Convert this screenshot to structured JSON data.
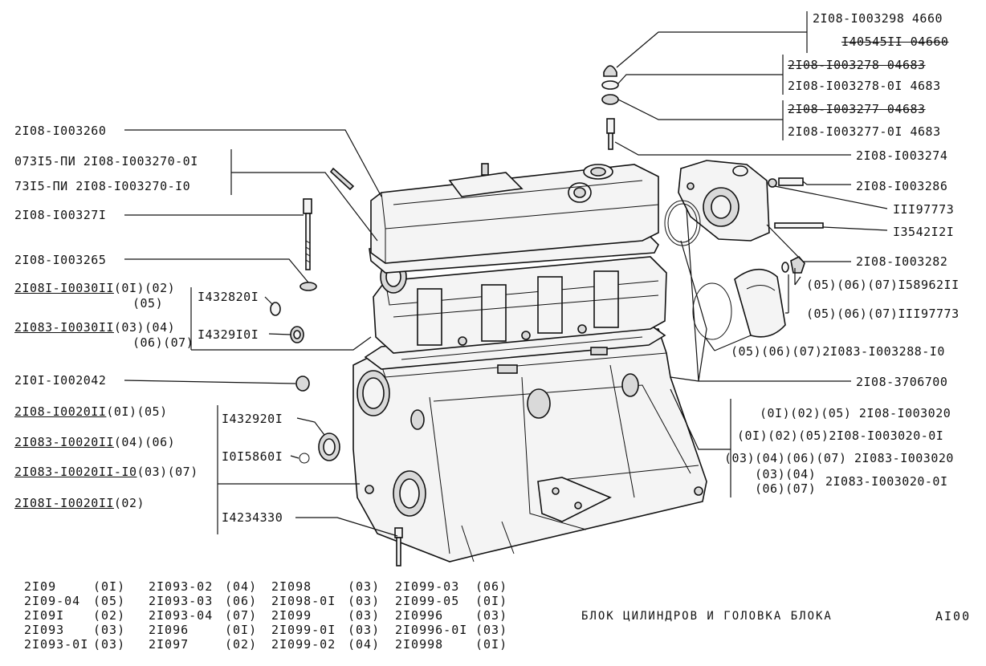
{
  "title": "БЛОК ЦИЛИНДРОВ И ГОЛОВКА БЛОКА",
  "page_code": "AI00",
  "labels_right": [
    {
      "text": "2I08-I003298 4660"
    },
    {
      "text": "I40545II 04660",
      "strike": true
    },
    {
      "text": "2I08-I003278   04683",
      "strike": true
    },
    {
      "text": "2I08-I003278-0I 4683"
    },
    {
      "text": "2I08-I003277   04683",
      "strike": true
    },
    {
      "text": "2I08-I003277-0I 4683"
    },
    {
      "text": "2I08-I003274"
    },
    {
      "text": "2I08-I003286"
    },
    {
      "text": "III97773"
    },
    {
      "text": "I3542I2I"
    },
    {
      "text": "2I08-I003282"
    },
    {
      "text": "(05)(06)(07)I58962II"
    },
    {
      "text": "(05)(06)(07)III97773"
    },
    {
      "text": "(05)(06)(07)2I083-I003288-I0"
    },
    {
      "text": "2I08-3706700"
    },
    {
      "text": "(0I)(02)(05) 2I08-I003020"
    },
    {
      "text": "(0I)(02)(05)2I08-I003020-0I"
    },
    {
      "text": "(03)(04)(06)(07) 2I083-I003020"
    },
    {
      "text": "(03)(04)"
    },
    {
      "text": "(06)(07)"
    },
    {
      "text": "2I083-I003020-0I"
    }
  ],
  "labels_left": [
    {
      "text": "2I08-I003260"
    },
    {
      "text": "073I5-ПИ 2I08-I003270-0I"
    },
    {
      "text": "73I5-ПИ 2I08-I003270-I0"
    },
    {
      "text": "2I08-I00327I"
    },
    {
      "text": "2I08-I003265"
    },
    {
      "text": "2I08I-I0030II",
      "suffix": "(0I)(02)"
    },
    {
      "text": "(05)"
    },
    {
      "text": "2I083-I0030II",
      "suffix": "(03)(04)"
    },
    {
      "text": "(06)(07)"
    },
    {
      "text": "I432820I"
    },
    {
      "text": "I4329I0I"
    },
    {
      "text": "2I0I-I002042"
    },
    {
      "text": "2I08-I0020II",
      "suffix": "(0I)(05)"
    },
    {
      "text": "2I083-I0020II",
      "suffix": "(04)(06)"
    },
    {
      "text": "2I083-I0020II-I0",
      "suffix": "(03)(07)"
    },
    {
      "text": "2I08I-I0020II",
      "suffix": "(02)"
    },
    {
      "text": "I432920I"
    },
    {
      "text": "I0I5860I"
    },
    {
      "text": "I4234330"
    }
  ],
  "models": [
    [
      "2I09",
      "(0I)"
    ],
    [
      "2I09-04",
      "(05)"
    ],
    [
      "2I09I",
      "(02)"
    ],
    [
      "2I093",
      "(03)"
    ],
    [
      "2I093-0I",
      "(03)"
    ],
    [
      "2I093-02",
      "(04)"
    ],
    [
      "2I093-03",
      "(06)"
    ],
    [
      "2I093-04",
      "(07)"
    ],
    [
      "2I096",
      "(0I)"
    ],
    [
      "2I097",
      "(02)"
    ],
    [
      "2I098",
      "(03)"
    ],
    [
      "2I098-0I",
      "(03)"
    ],
    [
      "2I099",
      "(03)"
    ],
    [
      "2I099-0I",
      "(03)"
    ],
    [
      "2I099-02",
      "(04)"
    ],
    [
      "2I099-03",
      "(06)"
    ],
    [
      "2I099-05",
      "(0I)"
    ],
    [
      "2I0996",
      "(03)"
    ],
    [
      "2I0996-0I",
      "(03)"
    ],
    [
      "2I0998",
      "(0I)"
    ]
  ]
}
